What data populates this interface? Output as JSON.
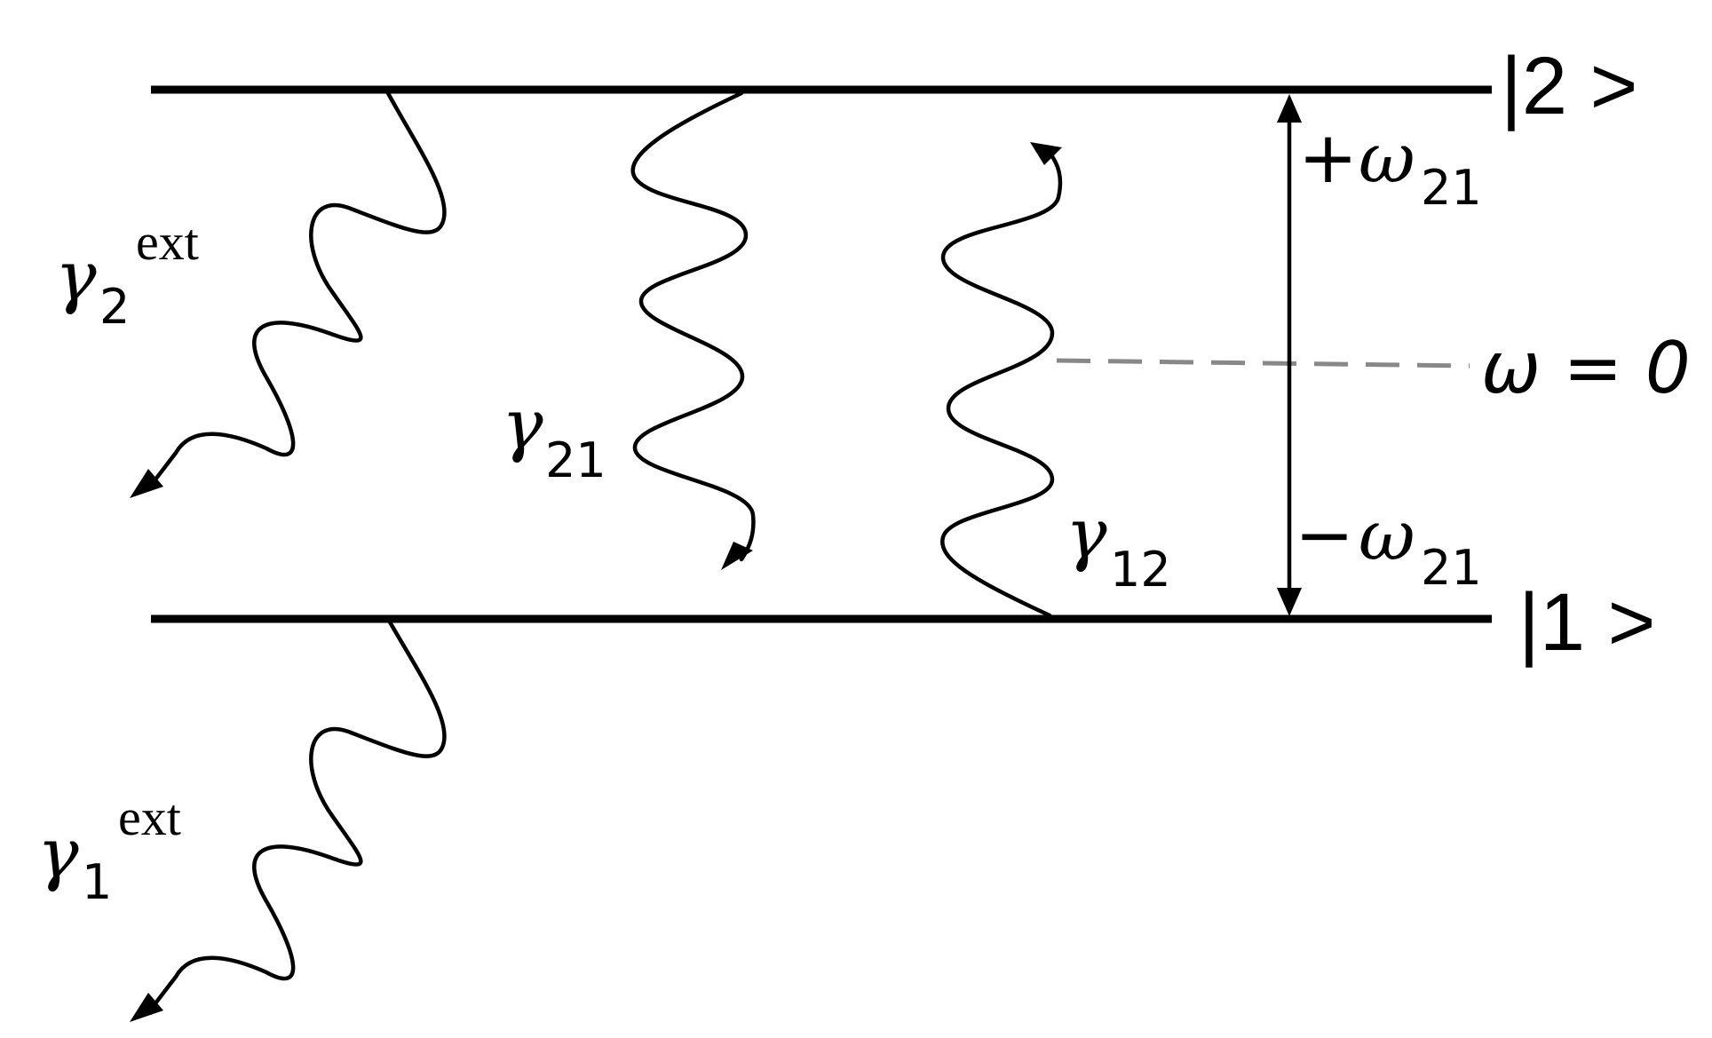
{
  "levels": {
    "upper_label": "|2 >",
    "lower_label": "|1 >"
  },
  "rates": {
    "gamma_symbol": "γ",
    "gamma2_ext_sub": "2",
    "gamma2_ext_sup": "ext",
    "gamma1_ext_sub": "1",
    "gamma1_ext_sup": "ext",
    "gamma21_sub": "21",
    "gamma12_sub": "12"
  },
  "frequencies": {
    "plus_sign": "+",
    "minus_sign": "−",
    "omega_symbol": "ω",
    "omega21_sub": "21",
    "zero_label": "ω = 0"
  },
  "colors": {
    "lines": "#000000",
    "zero_line": "#888888"
  }
}
